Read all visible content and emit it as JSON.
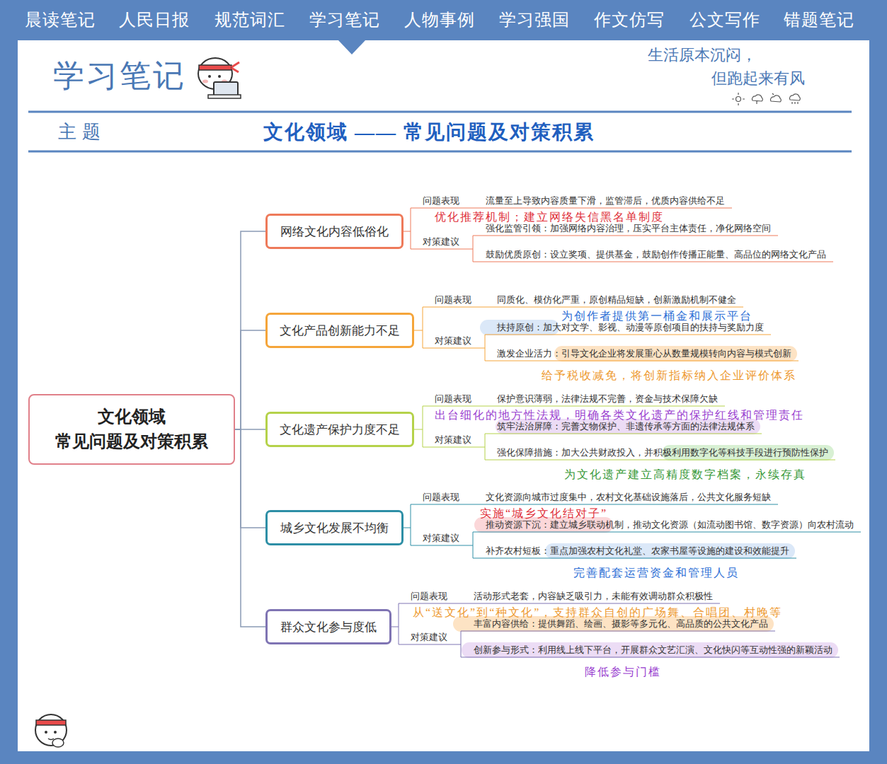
{
  "diagram": {
    "title": "文化领域 —— 常见问题及对策积累",
    "nodes": [
      {
        "text": [
          "文化领域 常见问题及对策积累"
        ]
      },
      {
        "text": [
          "网络文化内容低俗化"
        ]
      },
      {
        "text": [
          "文化产品创新能力不足"
        ]
      },
      {
        "text": [
          "文化遗产保护力度不足"
        ]
      },
      {
        "text": [
          "城乡文化发展不均衡"
        ]
      },
      {
        "text": [
          "群众文化参与度低"
        ]
      }
    ],
    "edges": [
      {
        "from": 0,
        "to": 1,
        "arrow": "none"
      },
      {
        "from": 0,
        "to": 2,
        "arrow": "none"
      },
      {
        "from": 0,
        "to": 3,
        "arrow": "none"
      },
      {
        "from": 0,
        "to": 4,
        "arrow": "none"
      },
      {
        "from": 0,
        "to": 5,
        "arrow": "none"
      }
    ],
    "labels": [
      "晨读笔记",
      "人民日报",
      "规范词汇",
      "学习笔记",
      "人物事例",
      "学习强国",
      "作文仿写",
      "公文写作",
      "错题笔记",
      "学习笔记",
      "生活原本沉闷，",
      "但跑起来有风",
      "主 题",
      "问题表现",
      "流量至上导致内容质量下滑，监管滞后，优质内容供给不足",
      "优化推荐机制；建立网络失信黑名单制度",
      "对策建议",
      "强化监管引领：加强网络内容治理，压实平台主体责任，净化网络空间",
      "鼓励优质原创：设立奖项、提供基金，鼓励创作传播正能量、高品位的网络文化产品",
      "问题表现",
      "同质化、模仿化严重，原创精品短缺，创新激励机制不健全",
      "为创作者提供第一桶金和展示平台",
      "对策建议",
      "扶持原创：加大对文学、影视、动漫等原创项目的扶持与奖励力度",
      "激发企业活力：引导文化企业将发展重心从数量规模转向内容与模式创新",
      "给予税收减免，将创新指标纳入企业评价体系",
      "问题表现",
      "保护意识薄弱，法律法规不完善，资金与技术保障欠缺",
      "出台细化的地方性法规，明确各类文化遗产的保护红线和管理责任",
      "对策建议",
      "筑牢法治屏障：完善文物保护、非遗传承等方面的法律法规体系",
      "强化保障措施：加大公共财政投入，并积极利用数字化等科技手段进行预防性保护",
      "为文化遗产建立高精度数字档案，永续存真",
      "问题表现",
      "文化资源向城市过度集中，农村文化基础设施落后，公共文化服务短缺",
      "实施“城乡文化结对子”",
      "对策建议",
      "推动资源下沉：建立城乡联动机制，推动文化资源（如流动图书馆、数字资源）向农村流动",
      "补齐农村短板：重点加强农村文化礼堂、农家书屋等设施的建设和效能提升",
      "完善配套运营资金和管理人员",
      "问题表现",
      "活动形式老套，内容缺乏吸引力，未能有效调动群众积极性",
      "从“送文化”到“种文化”，支持群众自创的广场舞、合唱团、村晚等",
      "对策建议",
      "丰富内容供给：提供舞蹈、绘画、摄影等多元化、高品质的公共文化产品",
      "创新参与形式：利用线上线下平台，开展群众文艺汇演、文化快闪等互动性强的新颖活动",
      "降低参与门槛"
    ]
  }
}
